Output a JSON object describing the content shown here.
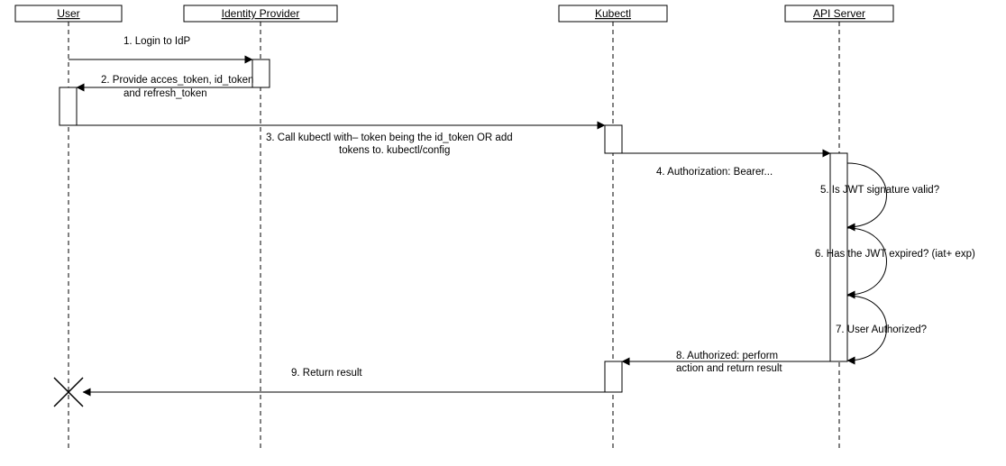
{
  "actors": [
    {
      "id": "user",
      "label": "User"
    },
    {
      "id": "idp",
      "label": "Identity Provider"
    },
    {
      "id": "kubectl",
      "label": "Kubectl"
    },
    {
      "id": "api",
      "label": "API Server"
    }
  ],
  "messages": [
    {
      "id": "m1",
      "lines": [
        "1.  Login to IdP"
      ]
    },
    {
      "id": "m2",
      "lines": [
        "2. Provide acces_token, id_token",
        "and refresh_token"
      ]
    },
    {
      "id": "m3",
      "lines": [
        "3.  Call kubectl with–  token being the id_token OR add",
        "tokens to. kubectl/config"
      ]
    },
    {
      "id": "m4",
      "lines": [
        "4.  Authorization: Bearer..."
      ]
    },
    {
      "id": "m5",
      "lines": [
        "5. Is JWT signature valid?"
      ]
    },
    {
      "id": "m6",
      "lines": [
        "6. Has the JWT expired? (iat+  exp)"
      ]
    },
    {
      "id": "m7",
      "lines": [
        "7. User Authorized?"
      ]
    },
    {
      "id": "m8",
      "lines": [
        "8.  Authorized:  perform",
        "action and return result"
      ]
    },
    {
      "id": "m9",
      "lines": [
        "9. Return result"
      ]
    }
  ]
}
